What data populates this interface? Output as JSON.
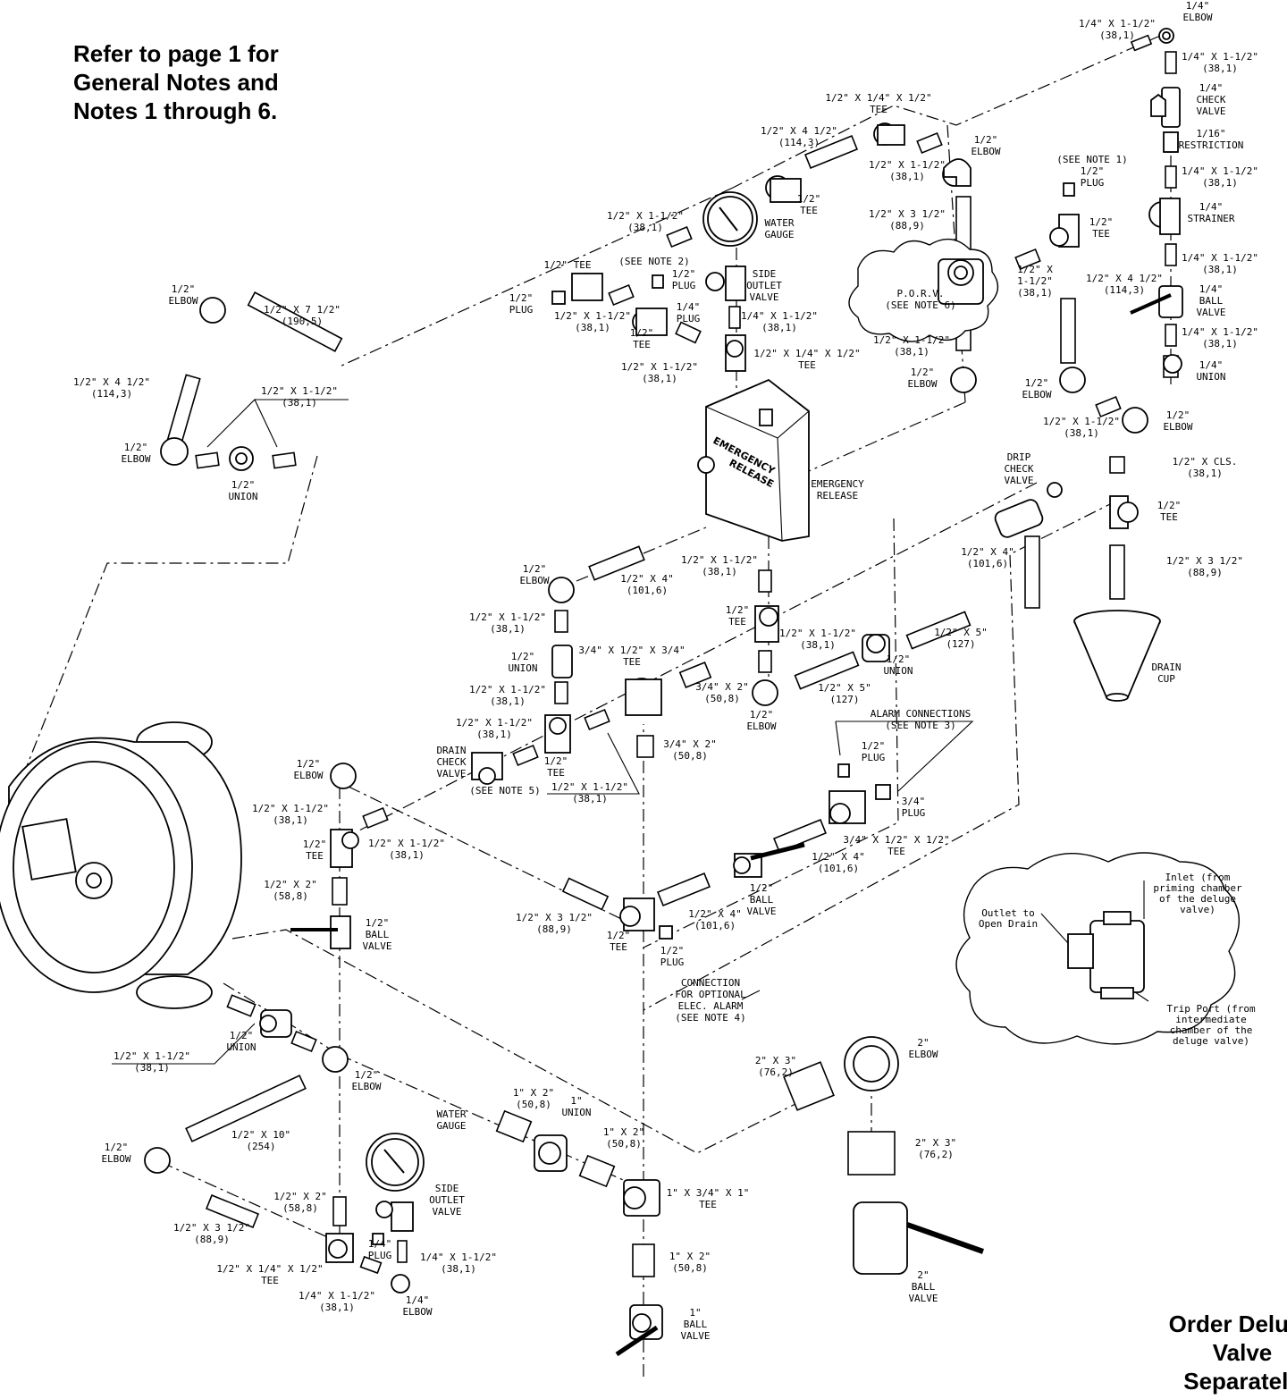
{
  "notes": {
    "top_left": [
      "Refer to page 1 for",
      "General Notes and",
      "Notes 1 through 6."
    ],
    "bottom_right": [
      "Order Deluge",
      "Valve Separately"
    ]
  },
  "box_text": {
    "front": [
      "EMERGENCY",
      "RELEASE"
    ],
    "side": [
      "EMERGENCY",
      "RELEASE"
    ]
  },
  "labels": [
    {
      "id": "lbl-quarter-elbow-top",
      "lines": [
        "1/4\"",
        "ELBOW"
      ]
    },
    {
      "id": "lbl-q-nipple-top",
      "lines": [
        "1/4\" X 1-1/2\"",
        "(38,1)"
      ]
    },
    {
      "id": "lbl-q-nipple-2",
      "lines": [
        "1/4\" X 1-1/2\"",
        "(38,1)"
      ]
    },
    {
      "id": "lbl-q-check-valve",
      "lines": [
        "1/4\"",
        "CHECK",
        "VALVE"
      ]
    },
    {
      "id": "lbl-restriction",
      "lines": [
        "1/16\"",
        "RESTRICTION"
      ]
    },
    {
      "id": "lbl-q-nipple-3",
      "lines": [
        "1/4\" X 1-1/2\"",
        "(38,1)"
      ]
    },
    {
      "id": "lbl-q-strainer",
      "lines": [
        "1/4\"",
        "STRAINER"
      ]
    },
    {
      "id": "lbl-q-nipple-4",
      "lines": [
        "1/4\" X 1-1/2\"",
        "(38,1)"
      ]
    },
    {
      "id": "lbl-q-ball-valve",
      "lines": [
        "1/4\"",
        "BALL",
        "VALVE"
      ]
    },
    {
      "id": "lbl-q-nipple-5",
      "lines": [
        "1/4\" X 1-1/2\"",
        "(38,1)"
      ]
    },
    {
      "id": "lbl-q-union",
      "lines": [
        "1/4\"",
        "UNION"
      ]
    },
    {
      "id": "lbl-tee-top",
      "lines": [
        "1/2\" X 1/4\" X 1/2\"",
        "TEE"
      ]
    },
    {
      "id": "lbl-nipple-4half-top",
      "lines": [
        "1/2\" X 4 1/2\"",
        "(114,3)"
      ]
    },
    {
      "id": "lbl-elbow-top-mid",
      "lines": [
        "1/2\"",
        "ELBOW"
      ]
    },
    {
      "id": "lbl-nipple-top-mid",
      "lines": [
        "1/2\" X 1-1/2\"",
        "(38,1)"
      ]
    },
    {
      "id": "lbl-see-note-1",
      "lines": [
        "(SEE NOTE 1)",
        "1/2\"",
        "PLUG"
      ]
    },
    {
      "id": "lbl-tee-plug-n1",
      "lines": [
        "1/2\"",
        "TEE"
      ]
    },
    {
      "id": "lbl-tee-gauge",
      "lines": [
        "1/2\"",
        "TEE"
      ]
    },
    {
      "id": "lbl-nipple-3half-top",
      "lines": [
        "1/2\" X 3 1/2\"",
        "(88,9)"
      ]
    },
    {
      "id": "lbl-nipple-left-gauge",
      "lines": [
        "1/2\" X 1-1/2\"",
        "(38,1)"
      ]
    },
    {
      "id": "lbl-water-gauge-top",
      "lines": [
        "WATER",
        "GAUGE"
      ]
    },
    {
      "id": "lbl-see-note-2",
      "lines": [
        "(SEE NOTE 2)"
      ]
    },
    {
      "id": "lbl-plug-n2",
      "lines": [
        "1/2\"",
        "PLUG"
      ]
    },
    {
      "id": "lbl-side-outlet-top",
      "lines": [
        "SIDE",
        "OUTLET",
        "VALVE"
      ]
    },
    {
      "id": "lbl-tee-left-top",
      "lines": [
        "1/2\" TEE"
      ]
    },
    {
      "id": "lbl-plug-left-top",
      "lines": [
        "1/2\"",
        "PLUG"
      ]
    },
    {
      "id": "lbl-nipple-plug-top",
      "lines": [
        "1/2\" X 1-1/2\"",
        "(38,1)"
      ]
    },
    {
      "id": "lbl-tee-under-gauge",
      "lines": [
        "1/2\"",
        "TEE"
      ]
    },
    {
      "id": "lbl-q-plug-top",
      "lines": [
        "1/4\"",
        "PLUG"
      ]
    },
    {
      "id": "lbl-q-nipple-gauge",
      "lines": [
        "1/4\" X 1-1/2\"",
        "(38,1)"
      ]
    },
    {
      "id": "lbl-tee-1-2x1-4",
      "lines": [
        "1/2\" X 1/4\" X 1/2\"",
        "TEE"
      ]
    },
    {
      "id": "lbl-nipple-below-tee",
      "lines": [
        "1/2\" X 1-1/2\"",
        "(38,1)"
      ]
    },
    {
      "id": "lbl-porv",
      "lines": [
        "P.O.R.V.",
        "(SEE NOTE 6)"
      ]
    },
    {
      "id": "lbl-nipple-porv-right",
      "lines": [
        "1/2\" X",
        "1-1/2\"",
        "(38,1)"
      ]
    },
    {
      "id": "lbl-nipple-4half-right",
      "lines": [
        "1/2\" X 4 1/2\"",
        "(114,3)"
      ]
    },
    {
      "id": "lbl-nipple-porv-below",
      "lines": [
        "1/2\" X 1-1/2\"",
        "(38,1)"
      ]
    },
    {
      "id": "lbl-elbow-porv",
      "lines": [
        "1/2\"",
        "ELBOW"
      ]
    },
    {
      "id": "lbl-elbow-right-1",
      "lines": [
        "1/2\"",
        "ELBOW"
      ]
    },
    {
      "id": "lbl-nipple-right-1",
      "lines": [
        "1/2\" X 1-1/2\"",
        "(38,1)"
      ]
    },
    {
      "id": "lbl-elbow-right-2",
      "lines": [
        "1/2\"",
        "ELBOW"
      ]
    },
    {
      "id": "lbl-nipple-cls",
      "lines": [
        "1/2\" X CLS.",
        "(38,1)"
      ]
    },
    {
      "id": "lbl-tee-drain",
      "lines": [
        "1/2\"",
        "TEE"
      ]
    },
    {
      "id": "lbl-nipple-drain",
      "lines": [
        "1/2\" X 3 1/2\"",
        "(88,9)"
      ]
    },
    {
      "id": "lbl-drain-cup",
      "lines": [
        "DRAIN",
        "CUP"
      ]
    },
    {
      "id": "lbl-drip-check",
      "lines": [
        "DRIP",
        "CHECK",
        "VALVE"
      ]
    },
    {
      "id": "lbl-nipple-drip",
      "lines": [
        "1/2\" X 4\"",
        "(101,6)"
      ]
    },
    {
      "id": "lbl-elbow-left-top",
      "lines": [
        "1/2\"",
        "ELBOW"
      ]
    },
    {
      "id": "lbl-nipple-7half",
      "lines": [
        "1/2\" X 7 1/2\"",
        "(190,5)"
      ]
    },
    {
      "id": "lbl-nipple-4half-left",
      "lines": [
        "1/2\" X 4 1/2\"",
        "(114,3)"
      ]
    },
    {
      "id": "lbl-nipple-left-union",
      "lines": [
        "1/2\" X 1-1/2\"",
        "(38,1)"
      ]
    },
    {
      "id": "lbl-elbow-left-mid",
      "lines": [
        "1/2\"",
        "ELBOW"
      ]
    },
    {
      "id": "lbl-union-left",
      "lines": [
        "1/2\"",
        "UNION"
      ]
    },
    {
      "id": "lbl-emergency-side",
      "lines": [
        "EMERGENCY",
        "RELEASE"
      ]
    },
    {
      "id": "lbl-elbow-mid-left",
      "lines": [
        "1/2\"",
        "ELBOW"
      ]
    },
    {
      "id": "lbl-nipple-4-mid",
      "lines": [
        "1/2\" X 4\"",
        "(101,6)"
      ]
    },
    {
      "id": "lbl-nipple-below-box",
      "lines": [
        "1/2\" X 1-1/2\"",
        "(38,1)"
      ]
    },
    {
      "id": "lbl-tee-below-box",
      "lines": [
        "1/2\"",
        "TEE"
      ]
    },
    {
      "id": "lbl-nipple-mid-a",
      "lines": [
        "1/2\" X 1-1/2\"",
        "(38,1)"
      ]
    },
    {
      "id": "lbl-union-mid",
      "lines": [
        "1/2\"",
        "UNION"
      ]
    },
    {
      "id": "lbl-tee-3-4",
      "lines": [
        "3/4\" X 1/2\" X 3/4\"",
        "TEE"
      ]
    },
    {
      "id": "lbl-nipple-mid-b",
      "lines": [
        "1/2\" X 1-1/2\"",
        "(38,1)"
      ]
    },
    {
      "id": "lbl-nipple-mid-c",
      "lines": [
        "1/2\" X 1-1/2\"",
        "(38,1)"
      ]
    },
    {
      "id": "lbl-nipple-mid-d",
      "lines": [
        "1/2\" X 1-1/2\"",
        "(38,1)"
      ]
    },
    {
      "id": "lbl-union-mid-right",
      "lines": [
        "1/2\"",
        "UNION"
      ]
    },
    {
      "id": "lbl-nipple-5-a",
      "lines": [
        "1/2\" X 5\"",
        "(127)"
      ]
    },
    {
      "id": "lbl-nipple-3-4x2",
      "lines": [
        "3/4\" X 2\"",
        "(50,8)"
      ]
    },
    {
      "id": "lbl-nipple-5-b",
      "lines": [
        "1/2\" X 5\"",
        "(127)"
      ]
    },
    {
      "id": "lbl-elbow-mid-bottom",
      "lines": [
        "1/2\"",
        "ELBOW"
      ]
    },
    {
      "id": "lbl-drain-check",
      "lines": [
        "DRAIN",
        "CHECK",
        "VALVE"
      ]
    },
    {
      "id": "lbl-see-note-5",
      "lines": [
        "(SEE NOTE 5)"
      ]
    },
    {
      "id": "lbl-tee-drain-check",
      "lines": [
        "1/2\"",
        "TEE"
      ]
    },
    {
      "id": "lbl-nipple-underline",
      "lines": [
        "1/2\" X 1-1/2\"",
        "(38,1)"
      ]
    },
    {
      "id": "lbl-nipple-3-4x2-b",
      "lines": [
        "3/4\" X 2\"",
        "(50,8)"
      ]
    },
    {
      "id": "lbl-alarm-connections",
      "lines": [
        "ALARM CONNECTIONS",
        "(SEE NOTE 3)"
      ]
    },
    {
      "id": "lbl-plug-alarm",
      "lines": [
        "1/2\"",
        "PLUG"
      ]
    },
    {
      "id": "lbl-plug-3-4",
      "lines": [
        "3/4\"",
        "PLUG"
      ]
    },
    {
      "id": "lbl-tee-alarm",
      "lines": [
        "3/4\" X 1/2\" X 1/2\"",
        "TEE"
      ]
    },
    {
      "id": "lbl-nipple-alarm",
      "lines": [
        "1/2\" X 4\"",
        "(101,6)"
      ]
    },
    {
      "id": "lbl-ball-valve-mid",
      "lines": [
        "1/2\"",
        "BALL",
        "VALVE"
      ]
    },
    {
      "id": "lbl-elbow-left-lower",
      "lines": [
        "1/2\"",
        "ELBOW"
      ]
    },
    {
      "id": "lbl-nipple-left-lower",
      "lines": [
        "1/2\" X 1-1/2\"",
        "(38,1)"
      ]
    },
    {
      "id": "lbl-tee-left-lower",
      "lines": [
        "1/2\"",
        "TEE"
      ]
    },
    {
      "id": "lbl-nipple-left-lower-b",
      "lines": [
        "1/2\" X 1-1/2\"",
        "(38,1)"
      ]
    },
    {
      "id": "lbl-nipple-2-a",
      "lines": [
        "1/2\" X 2\"",
        "(58,8)"
      ]
    },
    {
      "id": "lbl-ball-valve-left",
      "lines": [
        "1/2\"",
        "BALL",
        "VALVE"
      ]
    },
    {
      "id": "lbl-nipple-3half-mid",
      "lines": [
        "1/2\" X 3 1/2\"",
        "(88,9)"
      ]
    },
    {
      "id": "lbl-tee-mid-bottom",
      "lines": [
        "1/2\"",
        "TEE"
      ]
    },
    {
      "id": "lbl-nipple-4-bottom",
      "lines": [
        "1/2\" X 4\"",
        "(101,6)"
      ]
    },
    {
      "id": "lbl-plug-bottom",
      "lines": [
        "1/2\"",
        "PLUG"
      ]
    },
    {
      "id": "lbl-connection-alarm",
      "lines": [
        "CONNECTION",
        "FOR OPTIONAL",
        "ELEC. ALARM",
        "(SEE NOTE 4)"
      ]
    },
    {
      "id": "lbl-union-lower",
      "lines": [
        "1/2\"",
        "UNION"
      ]
    },
    {
      "id": "lbl-nipple-lower-underline",
      "lines": [
        "1/2\" X 1-1/2\"",
        "(38,1)"
      ]
    },
    {
      "id": "lbl-elbow-lower",
      "lines": [
        "1/2\"",
        "ELBOW"
      ]
    },
    {
      "id": "lbl-nipple-10",
      "lines": [
        "1/2\" X 10\"",
        "(254)"
      ]
    },
    {
      "id": "lbl-elbow-lower-left",
      "lines": [
        "1/2\"",
        "ELBOW"
      ]
    },
    {
      "id": "lbl-water-gauge-bottom",
      "lines": [
        "WATER",
        "GAUGE"
      ]
    },
    {
      "id": "lbl-nipple-2-b",
      "lines": [
        "1/2\" X 2\"",
        "(58,8)"
      ]
    },
    {
      "id": "lbl-side-outlet-bottom",
      "lines": [
        "SIDE",
        "OUTLET",
        "VALVE"
      ]
    },
    {
      "id": "lbl-nipple-3half-bottom",
      "lines": [
        "1/2\" X 3 1/2\"",
        "(88,9)"
      ]
    },
    {
      "id": "lbl-q-plug-bottom",
      "lines": [
        "1/4\"",
        "PLUG"
      ]
    },
    {
      "id": "lbl-q-nipple-bottom",
      "lines": [
        "1/4\" X 1-1/2\"",
        "(38,1)"
      ]
    },
    {
      "id": "lbl-tee-bottom",
      "lines": [
        "1/2\" X 1/4\" X 1/2\"",
        "TEE"
      ]
    },
    {
      "id": "lbl-q-nipple-bottom-2",
      "lines": [
        "1/4\" X 1-1/2\"",
        "(38,1)"
      ]
    },
    {
      "id": "lbl-q-elbow-bottom",
      "lines": [
        "1/4\"",
        "ELBOW"
      ]
    },
    {
      "id": "lbl-one-inch-2-a",
      "lines": [
        "1\" X 2\"",
        "(50,8)"
      ]
    },
    {
      "id": "lbl-one-inch-union",
      "lines": [
        "1\"",
        "UNION"
      ]
    },
    {
      "id": "lbl-one-inch-2-b",
      "lines": [
        "1\" X 2\"",
        "(50,8)"
      ]
    },
    {
      "id": "lbl-one-inch-tee",
      "lines": [
        "1\" X 3/4\" X 1\"",
        "TEE"
      ]
    },
    {
      "id": "lbl-one-inch-2-c",
      "lines": [
        "1\" X 2\"",
        "(50,8)"
      ]
    },
    {
      "id": "lbl-one-inch-ball",
      "lines": [
        "1\"",
        "BALL",
        "VALVE"
      ]
    },
    {
      "id": "lbl-two-inch-3-a",
      "lines": [
        "2\" X 3\"",
        "(76,2)"
      ]
    },
    {
      "id": "lbl-two-inch-elbow",
      "lines": [
        "2\"",
        "ELBOW"
      ]
    },
    {
      "id": "lbl-two-inch-3-b",
      "lines": [
        "2\" X 3\"",
        "(76,2)"
      ]
    },
    {
      "id": "lbl-two-inch-ball",
      "lines": [
        "2\"",
        "BALL",
        "VALVE"
      ]
    }
  ],
  "detail": {
    "inlet": [
      "Inlet (from",
      "priming chamber",
      "of the deluge",
      "valve)"
    ],
    "outlet": [
      "Outlet to",
      "Open Drain"
    ],
    "trip_port": [
      "Trip Port (from",
      "intermediate",
      "chamber of the",
      "deluge valve)"
    ]
  }
}
